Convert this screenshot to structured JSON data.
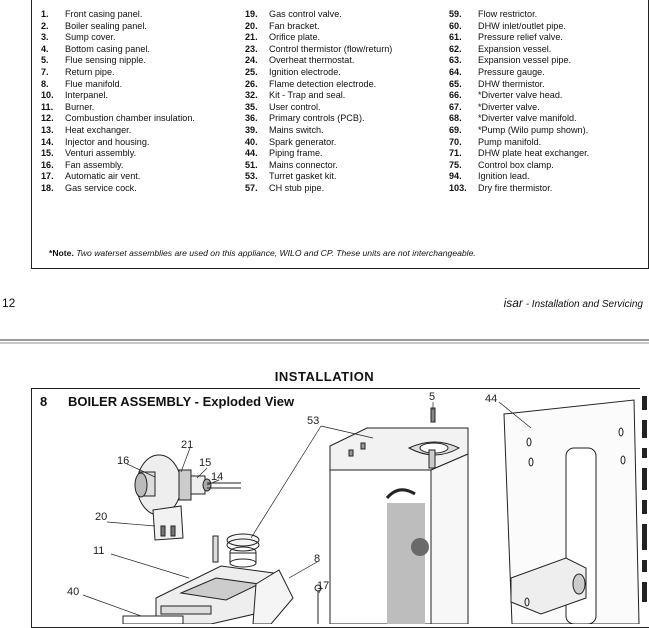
{
  "parts_list": {
    "columns": [
      [
        {
          "num": "1.",
          "label": "Front casing panel."
        },
        {
          "num": "2.",
          "label": "Boiler sealing panel."
        },
        {
          "num": "3.",
          "label": "Sump cover."
        },
        {
          "num": "4.",
          "label": "Bottom casing panel."
        },
        {
          "num": "5.",
          "label": "Flue sensing nipple."
        },
        {
          "num": "7.",
          "label": "Return pipe."
        },
        {
          "num": "8.",
          "label": "Flue manifold."
        },
        {
          "num": "10.",
          "label": "Interpanel."
        },
        {
          "num": "11.",
          "label": "Burner."
        },
        {
          "num": "12.",
          "label": "Combustion chamber insulation."
        },
        {
          "num": "13.",
          "label": "Heat exchanger."
        },
        {
          "num": "14.",
          "label": "Injector and housing."
        },
        {
          "num": "15.",
          "label": "Venturi assembly."
        },
        {
          "num": "16.",
          "label": "Fan assembly."
        },
        {
          "num": "17.",
          "label": "Automatic air vent."
        },
        {
          "num": "18.",
          "label": "Gas service cock."
        }
      ],
      [
        {
          "num": "19.",
          "label": "Gas control valve."
        },
        {
          "num": "20.",
          "label": "Fan bracket."
        },
        {
          "num": "21.",
          "label": "Orifice plate."
        },
        {
          "num": "23.",
          "label": "Control thermistor (flow/return)"
        },
        {
          "num": "24.",
          "label": "Overheat thermostat."
        },
        {
          "num": "25.",
          "label": "Ignition electrode."
        },
        {
          "num": "26.",
          "label": "Flame detection electrode."
        },
        {
          "num": "32.",
          "label": "Kit - Trap and seal."
        },
        {
          "num": "35.",
          "label": "User control."
        },
        {
          "num": "36.",
          "label": "Primary controls (PCB)."
        },
        {
          "num": "39.",
          "label": "Mains switch."
        },
        {
          "num": "40.",
          "label": "Spark generator."
        },
        {
          "num": "44.",
          "label": "Piping frame."
        },
        {
          "num": "51.",
          "label": "Mains connector."
        },
        {
          "num": "53.",
          "label": "Turret gasket kit."
        },
        {
          "num": "57.",
          "label": "CH stub pipe."
        }
      ],
      [
        {
          "num": "59.",
          "label": "Flow restrictor."
        },
        {
          "num": "60.",
          "label": "DHW inlet/outlet pipe."
        },
        {
          "num": "61.",
          "label": "Pressure relief valve."
        },
        {
          "num": "62.",
          "label": "Expansion vessel."
        },
        {
          "num": "63.",
          "label": "Expansion vessel pipe."
        },
        {
          "num": "64.",
          "label": "Pressure gauge."
        },
        {
          "num": "65.",
          "label": "DHW thermistor."
        },
        {
          "num": "66.",
          "label": "*Diverter valve head."
        },
        {
          "num": "67.",
          "label": "*Diverter valve."
        },
        {
          "num": "68.",
          "label": "*Diverter valve manifold."
        },
        {
          "num": "69.",
          "label": "*Pump (Wilo pump shown)."
        },
        {
          "num": "70.",
          "label": "Pump manifold."
        },
        {
          "num": "71.",
          "label": "DHW plate heat exchanger."
        },
        {
          "num": "75.",
          "label": "Control box clamp."
        },
        {
          "num": "94.",
          "label": "Ignition lead."
        },
        {
          "num": "103.",
          "label": "Dry fire thermistor."
        }
      ]
    ],
    "note_label": "*Note.",
    "note_text": " Two waterset assemblies are used on this appliance, WILO and CP.  These units are not interchangeable."
  },
  "footer": {
    "page_number": "12",
    "brand": "isar",
    "subtitle": " - Installation and Servicing"
  },
  "installation": {
    "heading": "INSTALLATION",
    "section_number": "8",
    "section_title": "BOILER ASSEMBLY - Exploded View",
    "callouts": [
      "16",
      "21",
      "15",
      "14",
      "20",
      "11",
      "40",
      "53",
      "5",
      "44",
      "8",
      "17"
    ]
  }
}
